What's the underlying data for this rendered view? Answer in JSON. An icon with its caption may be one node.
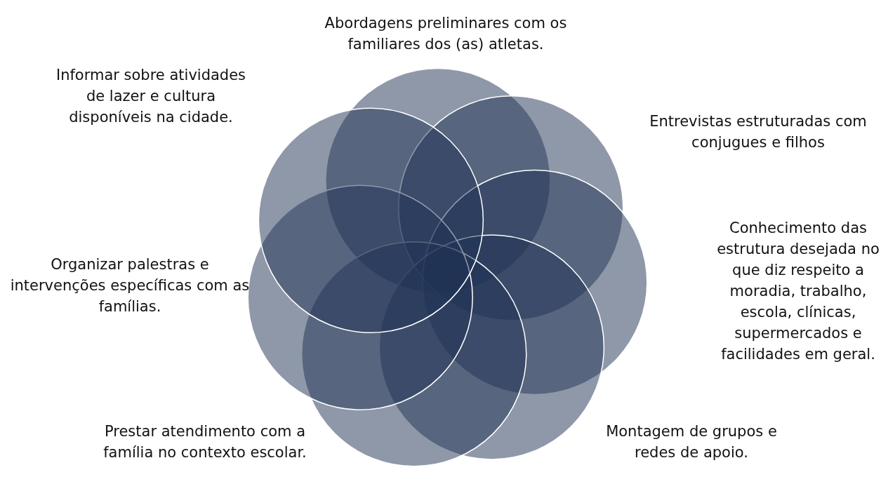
{
  "diagram": {
    "labels": [
      "Abordagens preliminares com os familiares dos (as) atletas.",
      "Informar sobre atividades de lazer e cultura disponíveis na cidade.",
      "Entrevistas estruturadas com conjugues e filhos",
      "Conhecimento das estrutura desejada no que diz respeito a moradia, trabalho, escola, clínicas, supermercados e facilidades em geral.",
      "Organizar palestras e intervenções específicas com as famílias.",
      "Prestar atendimento com a família no contexto escolar.",
      "Montagem de grupos e redes de apoio."
    ]
  }
}
